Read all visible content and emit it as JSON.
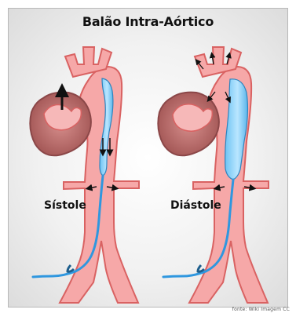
{
  "title": "Balão Intra-Aórtico",
  "labels": {
    "left_phase": "Sístole",
    "right_phase": "Diástole"
  },
  "credit": "fonte: Wiki Imagem CC",
  "colors": {
    "vessel": "#f4a0a0",
    "vessel_edge": "#d85b5b",
    "catheter": "#3aa4e6",
    "balloon": "#8fd0f6",
    "heart": "#b76d6b"
  }
}
